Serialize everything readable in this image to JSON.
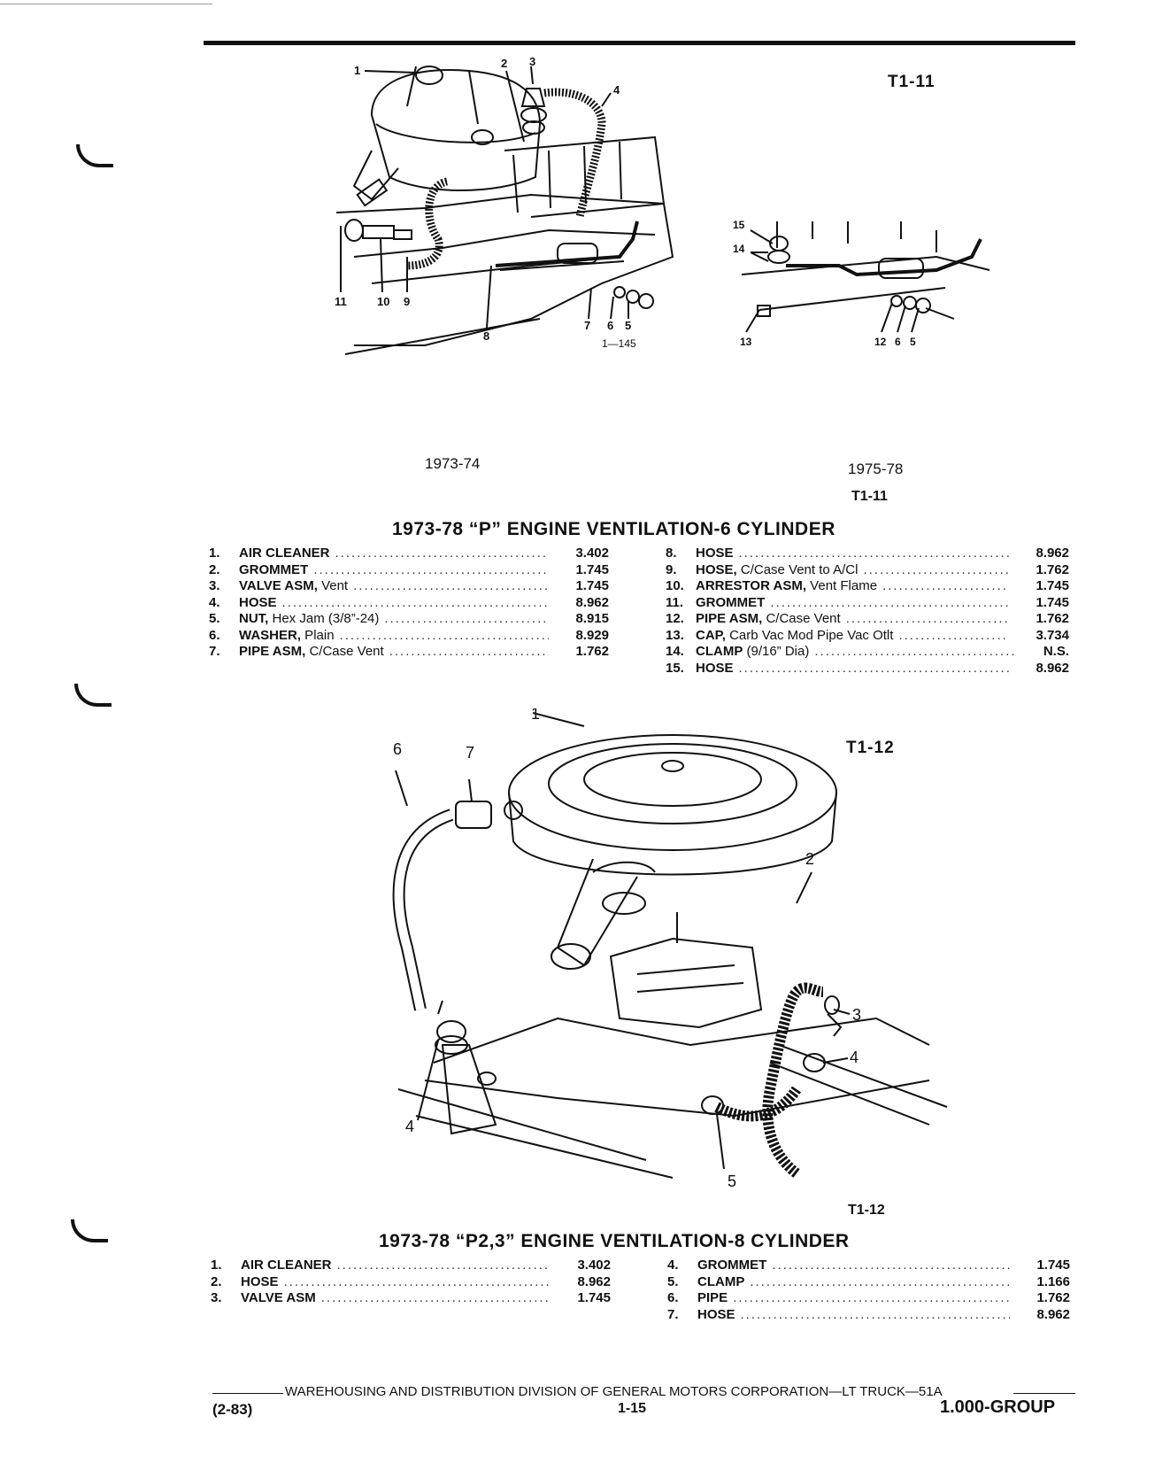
{
  "figure_top": {
    "id_label": "T1-11",
    "left_caption": "1973-74",
    "right_caption": "1975-78",
    "bottom_id_label": "T1-11",
    "plate_code": "1—145",
    "left_callouts": [
      "1",
      "2",
      "3",
      "4",
      "11",
      "10",
      "9",
      "8",
      "7",
      "6",
      "5"
    ],
    "right_callouts": [
      "15",
      "14",
      "13",
      "12",
      "6",
      "5"
    ]
  },
  "section1": {
    "title": "1973-78 “P” ENGINE VENTILATION-6 CYLINDER",
    "left_items": [
      {
        "num": "1.",
        "name": "AIR CLEANER",
        "desc": "",
        "code": "3.402"
      },
      {
        "num": "2.",
        "name": "GROMMET",
        "desc": "",
        "code": "1.745"
      },
      {
        "num": "3.",
        "name": "VALVE ASM,",
        "desc": " Vent",
        "code": "1.745"
      },
      {
        "num": "4.",
        "name": "HOSE",
        "desc": "",
        "code": "8.962"
      },
      {
        "num": "5.",
        "name": "NUT,",
        "desc": " Hex Jam (3/8”-24)",
        "code": "8.915"
      },
      {
        "num": "6.",
        "name": "WASHER,",
        "desc": " Plain",
        "code": "8.929"
      },
      {
        "num": "7.",
        "name": "PIPE ASM,",
        "desc": " C/Case Vent",
        "code": "1.762"
      }
    ],
    "right_items": [
      {
        "num": "8.",
        "name": "HOSE",
        "desc": "",
        "code": "8.962"
      },
      {
        "num": "9.",
        "name": "HOSE,",
        "desc": " C/Case Vent to A/Cl",
        "code": "1.762"
      },
      {
        "num": "10.",
        "name": "ARRESTOR ASM,",
        "desc": " Vent Flame",
        "code": "1.745"
      },
      {
        "num": "11.",
        "name": "GROMMET",
        "desc": "",
        "code": "1.745"
      },
      {
        "num": "12.",
        "name": "PIPE ASM,",
        "desc": " C/Case Vent",
        "code": "1.762"
      },
      {
        "num": "13.",
        "name": "CAP,",
        "desc": " Carb Vac Mod Pipe Vac Otlt",
        "code": "3.734"
      },
      {
        "num": "14.",
        "name": "CLAMP",
        "desc": " (9/16” Dia)",
        "code": "N.S."
      },
      {
        "num": "15.",
        "name": "HOSE",
        "desc": "",
        "code": "8.962"
      }
    ]
  },
  "figure_bottom": {
    "id_label": "T1-12",
    "bottom_id_label": "T1-12",
    "callouts": [
      "1",
      "6",
      "7",
      "2",
      "3",
      "4",
      "4",
      "5"
    ]
  },
  "section2": {
    "title": "1973-78 “P2,3” ENGINE VENTILATION-8 CYLINDER",
    "left_items": [
      {
        "num": "1.",
        "name": "AIR CLEANER",
        "desc": "",
        "code": "3.402"
      },
      {
        "num": "2.",
        "name": "HOSE",
        "desc": "",
        "code": "8.962"
      },
      {
        "num": "3.",
        "name": "VALVE ASM",
        "desc": "",
        "code": "1.745"
      }
    ],
    "right_items": [
      {
        "num": "4.",
        "name": "GROMMET",
        "desc": "",
        "code": "1.745"
      },
      {
        "num": "5.",
        "name": "CLAMP",
        "desc": "",
        "code": "1.166"
      },
      {
        "num": "6.",
        "name": "PIPE",
        "desc": "",
        "code": "1.762"
      },
      {
        "num": "7.",
        "name": "HOSE",
        "desc": "",
        "code": "8.962"
      }
    ]
  },
  "footer": {
    "banner": "WAREHOUSING AND DISTRIBUTION DIVISION OF GENERAL MOTORS CORPORATION—LT TRUCK—51A",
    "date_code": "(2-83)",
    "page_number": "1-15",
    "group": "1.000-GROUP"
  }
}
